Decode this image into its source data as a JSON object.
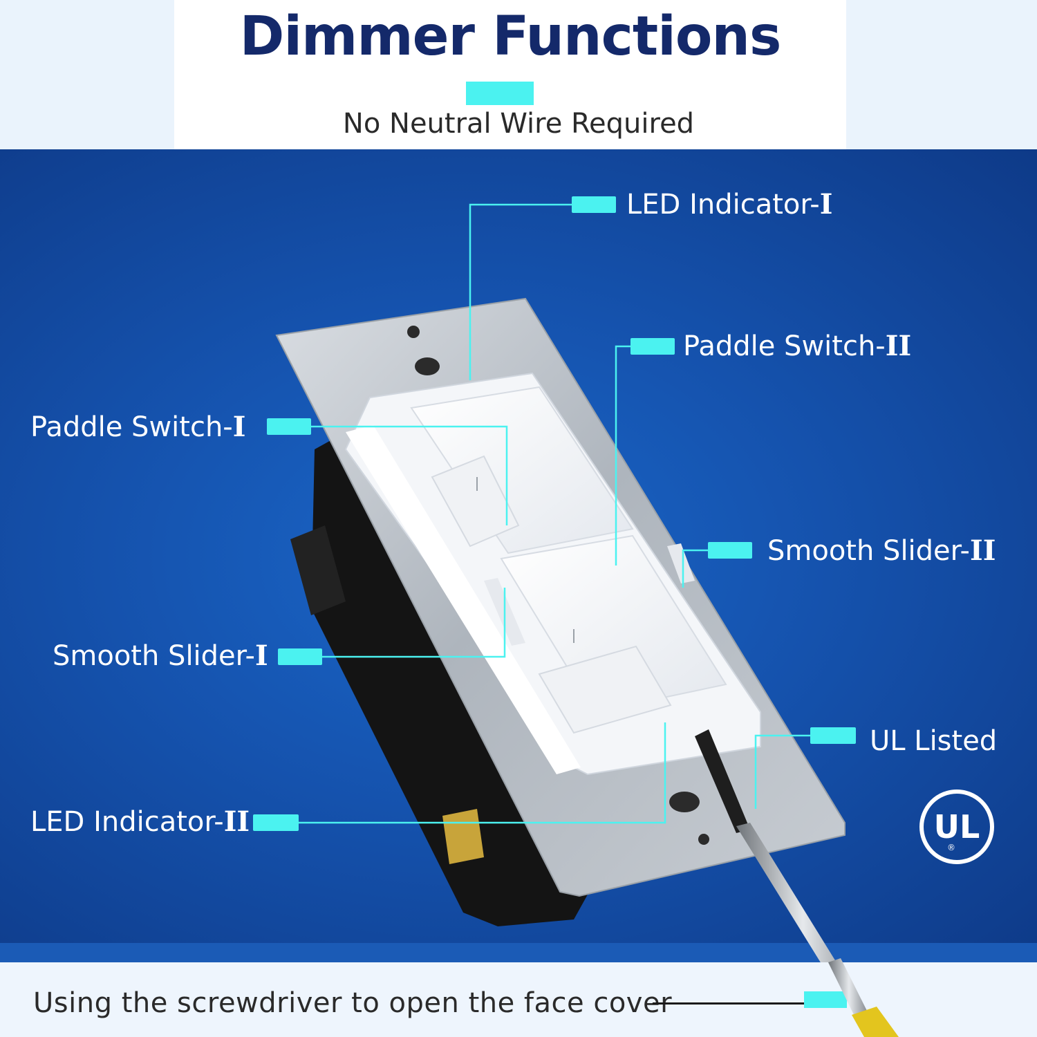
{
  "header": {
    "title": "Dimmer Functions",
    "subtitle": "No Neutral Wire Required"
  },
  "callouts": {
    "led_indicator_1": {
      "label": "LED Indicator-",
      "roman": "I"
    },
    "paddle_switch_2": {
      "label": "Paddle Switch-",
      "roman": "II"
    },
    "paddle_switch_1": {
      "label": "Paddle Switch-",
      "roman": "I"
    },
    "smooth_slider_2": {
      "label": "Smooth Slider-",
      "roman": "II"
    },
    "smooth_slider_1": {
      "label": "Smooth Slider-",
      "roman": "I"
    },
    "ul_listed": {
      "label": "UL Listed"
    },
    "led_indicator_2": {
      "label": "LED Indicator-",
      "roman": "II"
    }
  },
  "footer": {
    "instruction": "Using the screwdriver to open the face cover"
  },
  "ul_logo": {
    "text": "UL",
    "registered": "®"
  },
  "colors": {
    "title": "#14296a",
    "accent": "#4bf2f0",
    "stage_blue": "#1552ad",
    "label_text": "#ffffff"
  },
  "icons": {
    "device": "dimmer-switch-illustration",
    "tool": "screwdriver-illustration",
    "certification": "ul-certification-logo"
  }
}
